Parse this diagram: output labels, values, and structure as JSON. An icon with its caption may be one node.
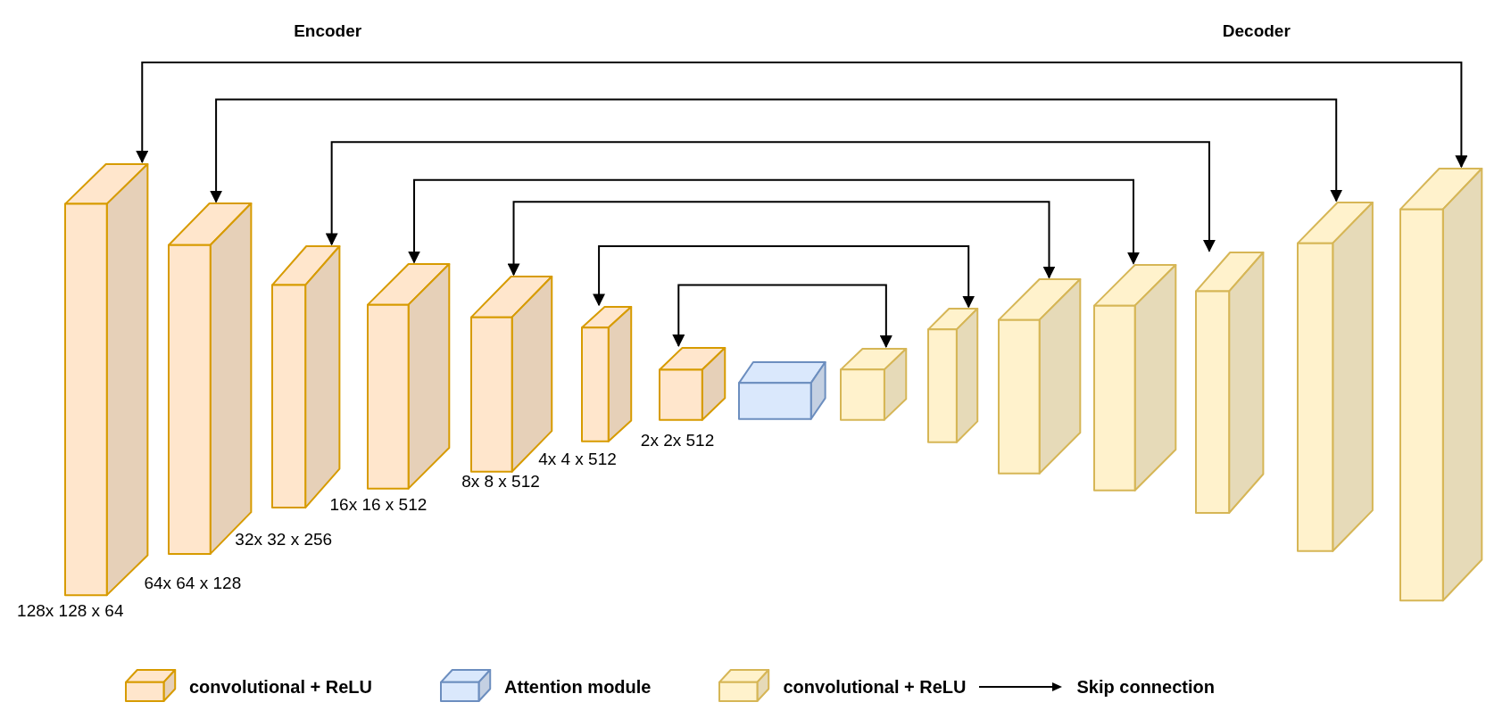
{
  "diagram": {
    "nodes": [
      {
        "text": [],
        "shape": "box"
      },
      {
        "text": [],
        "shape": "box"
      },
      {
        "text": [],
        "shape": "box"
      },
      {
        "text": [],
        "shape": "box"
      },
      {
        "text": [],
        "shape": "box"
      },
      {
        "text": [],
        "shape": "box"
      },
      {
        "text": [],
        "shape": "box"
      },
      {
        "text": [],
        "shape": "box"
      },
      {
        "text": [],
        "shape": "box"
      },
      {
        "text": [],
        "shape": "box"
      },
      {
        "text": [],
        "shape": "box"
      },
      {
        "text": [],
        "shape": "box"
      },
      {
        "text": [],
        "shape": "box"
      },
      {
        "text": [],
        "shape": "box"
      },
      {
        "text": [],
        "shape": "box"
      }
    ],
    "edges": [
      {
        "from": 0,
        "to": 14,
        "arrow": "both"
      },
      {
        "from": 1,
        "to": 13,
        "arrow": "both"
      },
      {
        "from": 2,
        "to": 12,
        "arrow": "both"
      },
      {
        "from": 3,
        "to": 11,
        "arrow": "both"
      },
      {
        "from": 4,
        "to": 10,
        "arrow": "both"
      },
      {
        "from": 5,
        "to": 9,
        "arrow": "both"
      },
      {
        "from": 6,
        "to": 8,
        "arrow": "both"
      }
    ],
    "labels": [
      "Encoder",
      "Decoder",
      "128x 128 x 64",
      "64x 64 x 128",
      "32x 32 x 256",
      "16x 16 x 512",
      "8x 8 x 512",
      "4x 4 x 512",
      "2x 2x 512"
    ],
    "legend": [
      {
        "text": "convolutional + ReLU",
        "color": "#ffe6cc"
      },
      {
        "text": "Attention module",
        "color": "#dae8fc"
      },
      {
        "text": "convolutional + ReLU",
        "color": "#fff2cc"
      },
      {
        "text": "Skip connection"
      }
    ]
  }
}
